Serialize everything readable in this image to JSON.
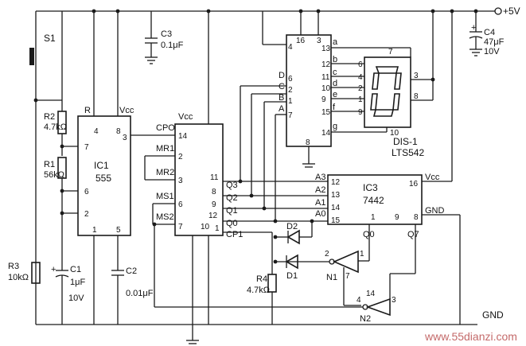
{
  "supply": {
    "vplus": "+5V",
    "gnd": "GND"
  },
  "switch": {
    "name": "S1"
  },
  "ic1": {
    "name": "IC1",
    "part": "555",
    "vcc": "Vcc",
    "reset": "R",
    "pins": {
      "p4": "4",
      "p8": "8",
      "p7": "7",
      "p3": "3",
      "p6": "6",
      "p2": "2",
      "p1": "1",
      "p5": "5"
    }
  },
  "ic2": {
    "vcc": "Vcc",
    "cpo": "CPO",
    "mr1": "MR1",
    "mr2": "MR2",
    "ms1": "MS1",
    "ms2": "MS2",
    "q3": "Q3",
    "q2": "Q2",
    "q1": "Q1",
    "q0": "Q0",
    "cp1": "CP1",
    "pins": {
      "p14": "14",
      "p2": "2",
      "p3": "3",
      "p6": "6",
      "p7": "7",
      "p10": "10",
      "p11": "11",
      "p8": "8",
      "p9": "9",
      "p12": "12",
      "p1": "1"
    }
  },
  "decoder": {
    "pins": {
      "p16": "16",
      "p3": "3",
      "p4": "4",
      "p13": "13",
      "p12": "12",
      "p11": "11",
      "p10": "10",
      "p9": "9",
      "p15": "15",
      "p14": "14",
      "p6": "6",
      "p2": "2",
      "p1": "1",
      "p7": "7",
      "p8": "8"
    },
    "inputs": {
      "d": "D",
      "c": "C",
      "b": "B",
      "a": "A"
    },
    "segments": {
      "a": "a",
      "b": "b",
      "c": "c",
      "d": "d",
      "e": "e",
      "f": "f",
      "g": "g"
    }
  },
  "display": {
    "name": "DIS-1",
    "part": "LTS542",
    "pins": {
      "p7": "7",
      "p6": "6",
      "p4": "4",
      "p2": "2",
      "p1": "1",
      "p9": "9",
      "p10": "10",
      "p3": "3",
      "p8": "8"
    }
  },
  "ic3": {
    "name": "IC3",
    "part": "7442",
    "vcc": "Vcc",
    "gnd": "GND",
    "a3": "A3",
    "a2": "A2",
    "a1": "A1",
    "a0": "A0",
    "q0": "Q0",
    "q7": "Q7",
    "pins": {
      "p12": "12",
      "p13": "13",
      "p14": "14",
      "p15": "15",
      "p16": "16",
      "p1": "1",
      "p9": "9",
      "p8": "8"
    }
  },
  "gates": {
    "n1": "N1",
    "n2": "N2",
    "pins": {
      "p2": "2",
      "p1": "1",
      "p7": "7",
      "p4": "4",
      "p14": "14",
      "p3": "3"
    }
  },
  "diodes": {
    "d1": "D1",
    "d2": "D2"
  },
  "resistors": {
    "r1": {
      "name": "R1",
      "value": "56kΩ"
    },
    "r2": {
      "name": "R2",
      "value": "4.7kΩ"
    },
    "r3": {
      "name": "R3",
      "value": "10kΩ"
    },
    "r4": {
      "name": "R4",
      "value": "4.7kΩ"
    }
  },
  "capacitors": {
    "c1": {
      "name": "C1",
      "value": "1μF",
      "voltage": "10V",
      "polarity": "+"
    },
    "c2": {
      "name": "C2",
      "value": "0.01μF"
    },
    "c3": {
      "name": "C3",
      "value": "0.1μF"
    },
    "c4": {
      "name": "C4",
      "value": "47μF",
      "voltage": "10V",
      "polarity": "+"
    }
  },
  "watermark": "www.55dianzi.com"
}
